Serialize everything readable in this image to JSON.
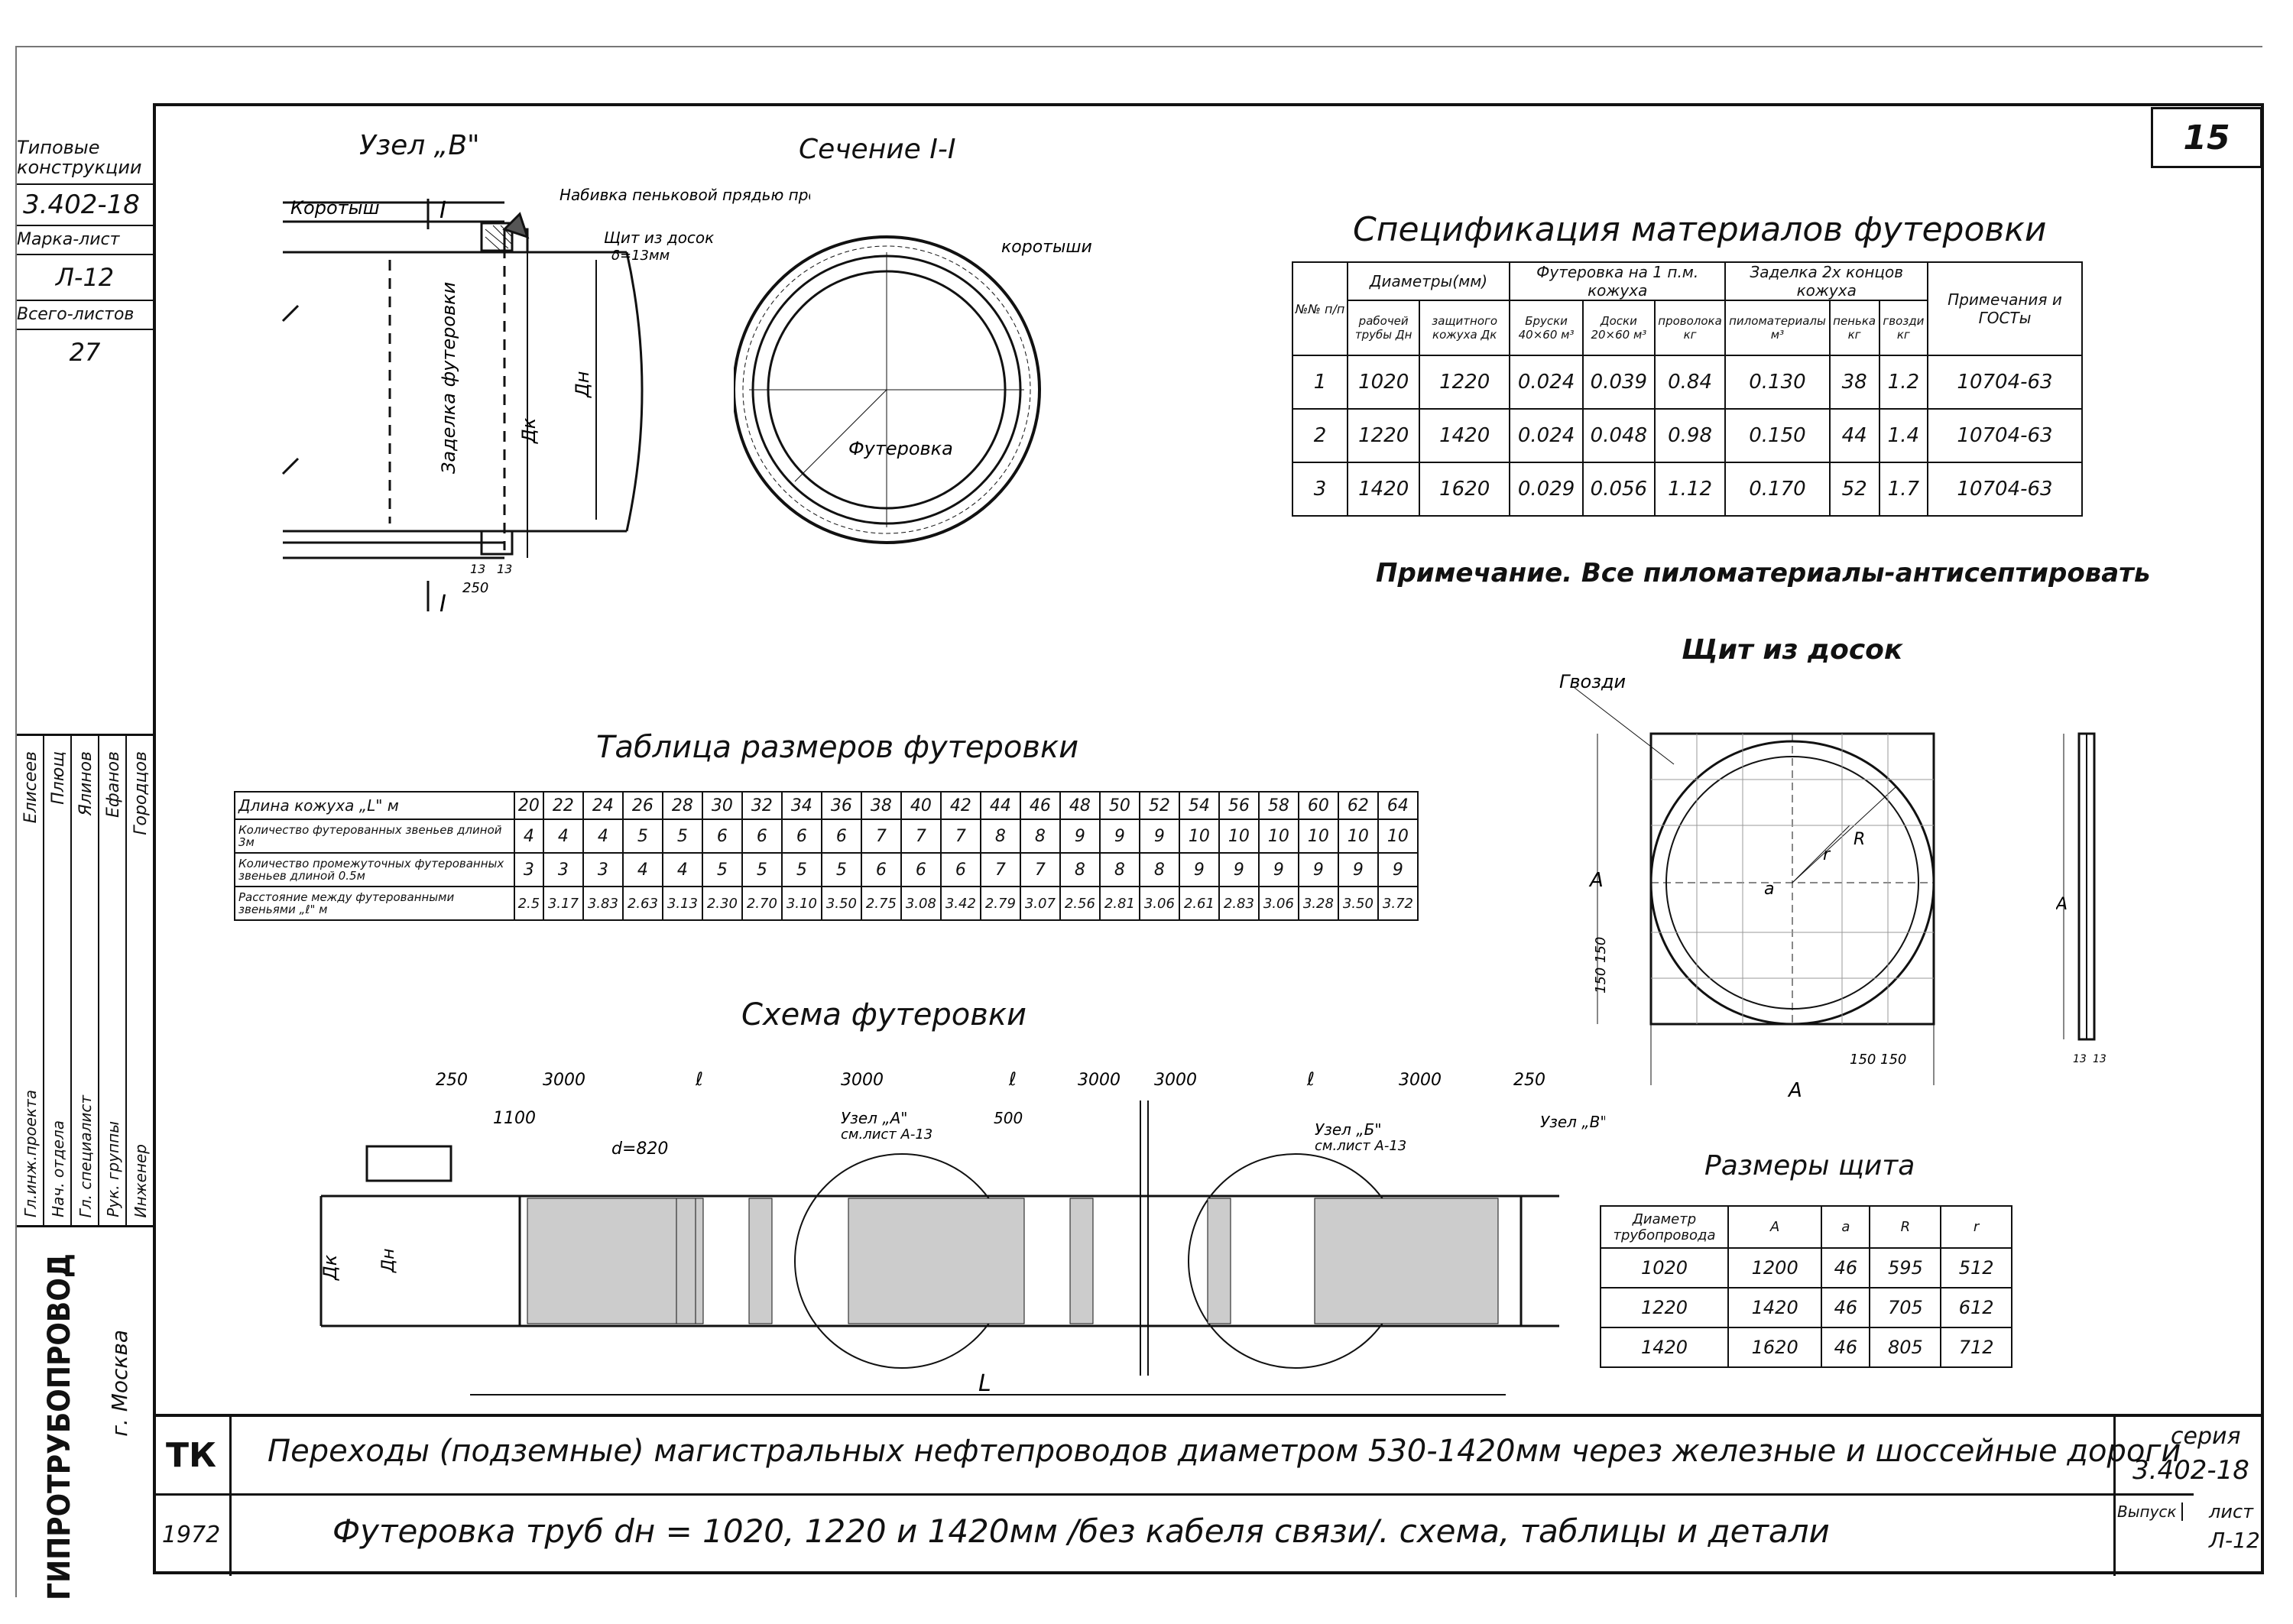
{
  "sheet_number": "15",
  "left_stamp": {
    "type_label": "Типовые конструкции",
    "series": "3.402-18",
    "mark_label": "Марка-лист",
    "mark": "Л-12",
    "total_label": "Всего-листов",
    "total": "27",
    "signatures": [
      {
        "role": "Гл.инж.проекта",
        "name": "Елисеев"
      },
      {
        "role": "Нач. отдела",
        "name": "Плющ"
      },
      {
        "role": "Гл. специалист",
        "name": "Ялинов"
      },
      {
        "role": "Рук. группы",
        "name": "Ефанов"
      },
      {
        "role": "Инженер",
        "name": "Городцов"
      }
    ],
    "org": "ГИПРОТРУБОПРОВОД",
    "city": "г. Москва"
  },
  "node_b": {
    "title": "Узел „В\"",
    "labels": {
      "korotysh": "Коротыш",
      "nabivka": "Набивка пеньковой прядью пропитанной битумом",
      "shchit": "Щит из досок",
      "delta": "δ=13мм",
      "futerovka": "Заделка футеровки",
      "dk": "Дк",
      "dn": "Дн",
      "s1": "I",
      "s2": "I",
      "d13a": "13",
      "d13b": "13",
      "d250": "250"
    }
  },
  "section": {
    "title": "Сечение I-I",
    "korotyshi": "коротыши",
    "futerovka": "Футеровка"
  },
  "spec": {
    "title": "Спецификация материалов футеровки",
    "headers": {
      "num": "№№ п/п",
      "diam": "Диаметры(мм)",
      "diam_work": "рабочей трубы Дн",
      "diam_prot": "защитного кожуха Дк",
      "fut": "Футеровка на 1 п.м. кожуха",
      "fut_bars": "Бруски 40×60 м³",
      "fut_boards": "Доски 20×60 м³",
      "fut_wire": "проволока кг",
      "seal": "Заделка 2х концов кожуха",
      "seal_lumber": "пиломатериалы м³",
      "seal_hemp": "пенька кг",
      "seal_nails": "гвозди кг",
      "note": "Примечания и ГОСТы"
    },
    "rows": [
      [
        "1",
        "1020",
        "1220",
        "0.024",
        "0.039",
        "0.84",
        "0.130",
        "38",
        "1.2",
        "10704-63"
      ],
      [
        "2",
        "1220",
        "1420",
        "0.024",
        "0.048",
        "0.98",
        "0.150",
        "44",
        "1.4",
        "10704-63"
      ],
      [
        "3",
        "1420",
        "1620",
        "0.029",
        "0.056",
        "1.12",
        "0.170",
        "52",
        "1.7",
        "10704-63"
      ]
    ],
    "note": "Примечание. Все пиломатериалы-антисептировать"
  },
  "sizes_table": {
    "title": "Таблица размеров футеровки",
    "rows": [
      {
        "label": "Длина кожуха „L\" м",
        "values": [
          "20",
          "22",
          "24",
          "26",
          "28",
          "30",
          "32",
          "34",
          "36",
          "38",
          "40",
          "42",
          "44",
          "46",
          "48",
          "50",
          "52",
          "54",
          "56",
          "58",
          "60",
          "62",
          "64"
        ]
      },
      {
        "label": "Количество футерованных звеньев длиной 3м",
        "values": [
          "4",
          "4",
          "4",
          "5",
          "5",
          "6",
          "6",
          "6",
          "6",
          "7",
          "7",
          "7",
          "8",
          "8",
          "9",
          "9",
          "9",
          "10",
          "10",
          "10",
          "10",
          "10",
          "10"
        ]
      },
      {
        "label": "Количество промежуточных футерованных звеньев длиной 0.5м",
        "values": [
          "3",
          "3",
          "3",
          "4",
          "4",
          "5",
          "5",
          "5",
          "5",
          "6",
          "6",
          "6",
          "7",
          "7",
          "8",
          "8",
          "8",
          "9",
          "9",
          "9",
          "9",
          "9",
          "9"
        ]
      },
      {
        "label": "Расстояние между футерованными звеньями „ℓ\" м",
        "values": [
          "2.5",
          "3.17",
          "3.83",
          "2.63",
          "3.13",
          "2.30",
          "2.70",
          "3.10",
          "3.50",
          "2.75",
          "3.08",
          "3.42",
          "2.79",
          "3.07",
          "2.56",
          "2.81",
          "3.06",
          "2.61",
          "2.83",
          "3.06",
          "3.28",
          "3.50",
          "3.72"
        ]
      }
    ]
  },
  "scheme": {
    "title": "Схема футеровки",
    "dims": {
      "d250a": "250",
      "d3000a": "3000",
      "l1": "ℓ",
      "d3000b": "3000",
      "l2": "ℓ",
      "d3000c": "3000",
      "d3000d": "3000",
      "l3": "ℓ",
      "d3000e": "3000",
      "d250b": "250",
      "d1100": "1100",
      "d820": "d=820",
      "d500": "500",
      "nodeA": "Узел „А\"",
      "nodeA_ref": "см.лист А-13",
      "nodeB": "Узел „Б\"",
      "nodeB_ref": "см.лист А-13",
      "nodeV": "Узел „В\"",
      "dk": "Дк",
      "dn": "Дн",
      "L": "L"
    }
  },
  "shield": {
    "title": "Щит из досок",
    "nails": "Гвозди",
    "A": "А",
    "A2": "А",
    "a": "a",
    "R": "R",
    "r": "r",
    "d150a": "150",
    "d150b": "150",
    "d150c": "150",
    "d150d": "150",
    "d13a": "13",
    "d13b": "13"
  },
  "shield_sizes": {
    "title": "Размеры щита",
    "headers": [
      "Диаметр трубопровода",
      "А",
      "a",
      "R",
      "r"
    ],
    "rows": [
      [
        "1020",
        "1200",
        "46",
        "595",
        "512"
      ],
      [
        "1220",
        "1420",
        "46",
        "705",
        "612"
      ],
      [
        "1420",
        "1620",
        "46",
        "805",
        "712"
      ]
    ]
  },
  "title_block": {
    "tk": "ТК",
    "year": "1972",
    "main": "Переходы (подземные) магистральных нефтепроводов диаметром 530-1420мм через железные и шоссейные дороги",
    "sub": "Футеровка труб dн = 1020, 1220 и 1420мм /без кабеля связи/. схема, таблицы и детали",
    "series_label": "серия",
    "series": "3.402-18",
    "issue_label": "Выпуск",
    "sheet_label": "лист",
    "sheet": "Л-12"
  }
}
